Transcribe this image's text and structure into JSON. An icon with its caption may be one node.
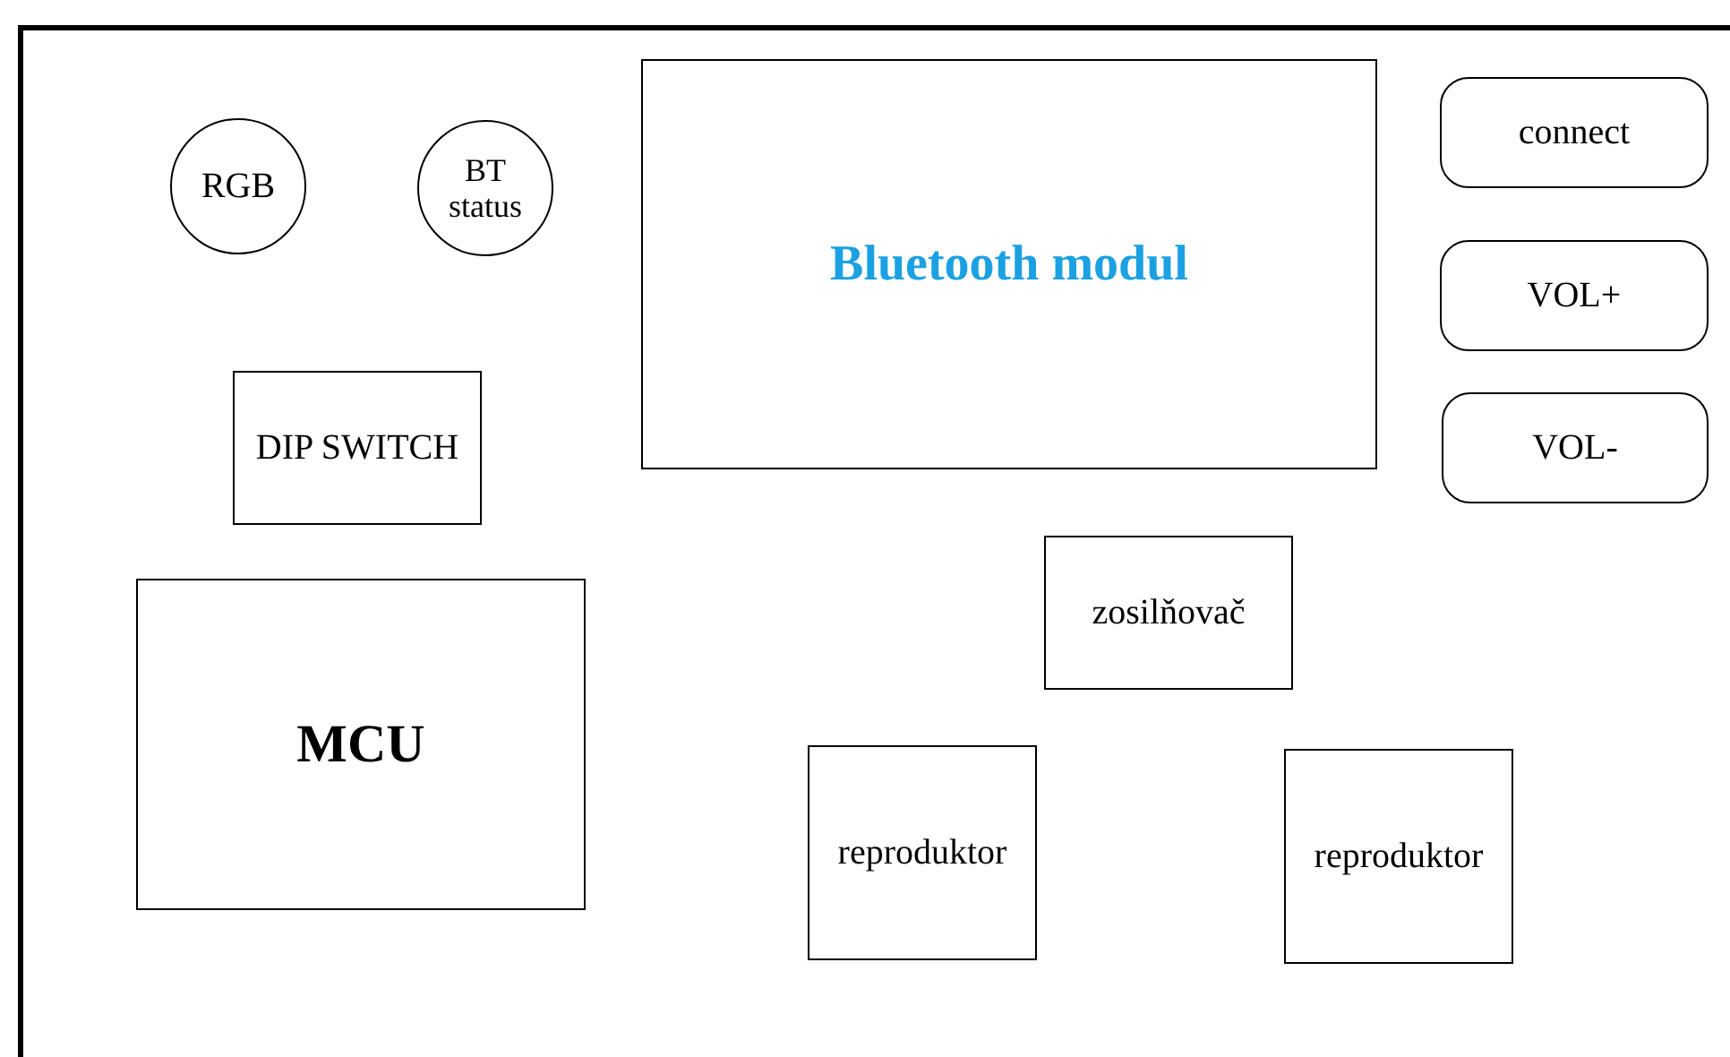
{
  "diagram": {
    "nodes": [
      {
        "text": [],
        "shape": "box"
      },
      {
        "text": [
          "RGB"
        ],
        "in": 0
      },
      {
        "text": [
          "BT status"
        ],
        "in": 0
      },
      {
        "text": [
          "Bluetooth modul"
        ],
        "in": 0
      },
      {
        "text": [
          "connect"
        ],
        "in": 0
      },
      {
        "text": [
          "VOL+"
        ],
        "in": 0
      },
      {
        "text": [
          "DIP SWITCH"
        ],
        "in": 0
      },
      {
        "text": [
          "VOL-"
        ],
        "in": 0
      },
      {
        "text": [
          "zosilňovač"
        ],
        "in": 0
      },
      {
        "text": [
          "MCU"
        ],
        "in": 0
      },
      {
        "text": [
          "reproduktor"
        ],
        "in": 0
      },
      {
        "text": [
          "reproduktor"
        ],
        "in": 0
      }
    ],
    "edges": []
  }
}
